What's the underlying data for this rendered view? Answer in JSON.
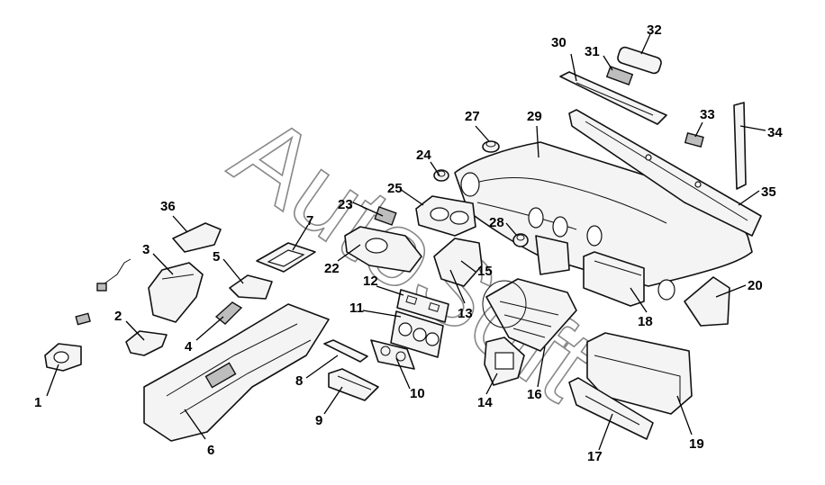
{
  "watermark": "AutoSoft",
  "callouts": [
    "1",
    "2",
    "3",
    "4",
    "5",
    "6",
    "7",
    "8",
    "9",
    "10",
    "11",
    "12",
    "13",
    "14",
    "15",
    "16",
    "17",
    "18",
    "19",
    "20",
    "22",
    "23",
    "24",
    "25",
    "27",
    "28",
    "29",
    "30",
    "31",
    "32",
    "33",
    "34",
    "35",
    "36"
  ]
}
